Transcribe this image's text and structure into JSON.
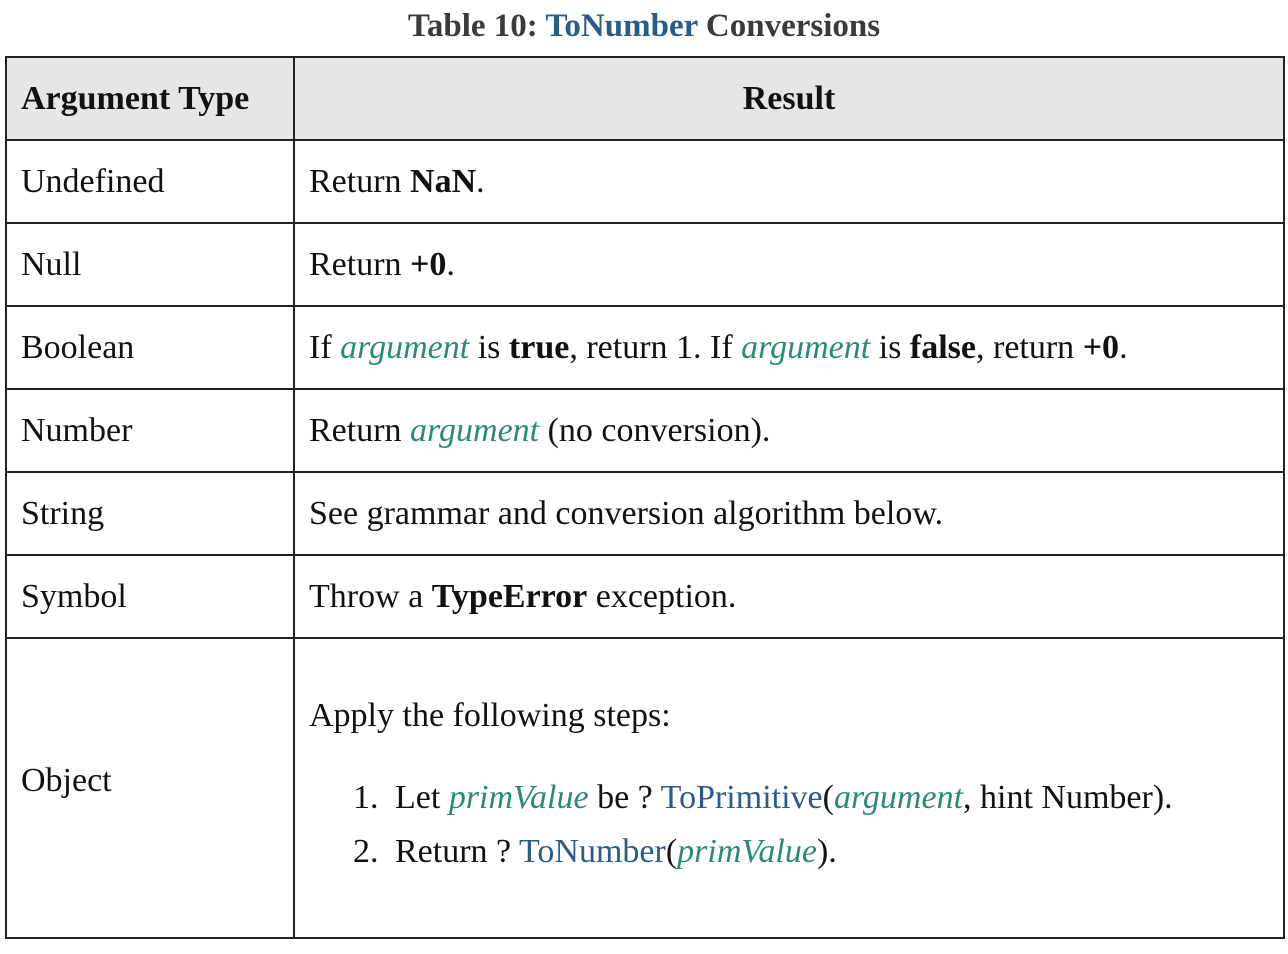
{
  "caption": {
    "prefix": "Table 10: ",
    "link": "ToNumber",
    "suffix": " Conversions"
  },
  "headers": {
    "argument_type": "Argument Type",
    "result": "Result"
  },
  "rows": {
    "undefined": {
      "type": "Undefined",
      "text1": "Return ",
      "bold1": "NaN",
      "text2": "."
    },
    "null": {
      "type": "Null",
      "text1": "Return ",
      "bold1": "+0",
      "text2": "."
    },
    "boolean": {
      "type": "Boolean",
      "text1": "If ",
      "var1": "argument",
      "text2": " is ",
      "bold1": "true",
      "text3": ", return 1. If ",
      "var2": "argument",
      "text4": " is ",
      "bold2": "false",
      "text5": ", return ",
      "bold3": "+0",
      "text6": "."
    },
    "number": {
      "type": "Number",
      "text1": "Return ",
      "var1": "argument",
      "text2": " (no conversion)."
    },
    "string": {
      "type": "String",
      "text1": "See grammar and conversion algorithm below."
    },
    "symbol": {
      "type": "Symbol",
      "text1": "Throw a ",
      "bold1": "TypeError",
      "text2": " exception."
    },
    "object": {
      "type": "Object",
      "intro": "Apply the following steps:",
      "step1": {
        "text1": "Let ",
        "var1": "primValue",
        "text2": " be ? ",
        "alg1": "ToPrimitive",
        "text3": "(",
        "var2": "argument",
        "text4": ", hint Number)."
      },
      "step2": {
        "text1": "Return ? ",
        "alg1": "ToNumber",
        "text2": "(",
        "var1": "primValue",
        "text3": ")."
      }
    }
  },
  "colors": {
    "caption": "#3a3a3a",
    "link": "#2a5c8a",
    "variable": "#2a8a7a",
    "header_bg": "#e6e6e6",
    "border": "#222222"
  }
}
